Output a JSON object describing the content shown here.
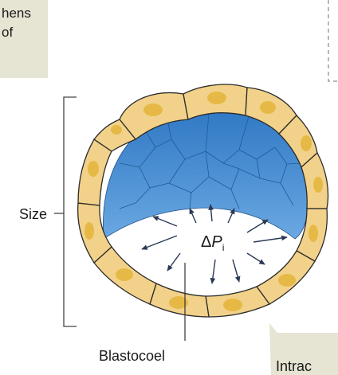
{
  "callout_top": {
    "line1": "hens",
    "line2": "of"
  },
  "labels": {
    "size": "Size",
    "delta": "Δ",
    "p": "P",
    "sub": "i",
    "blastocoel": "Blastocoel",
    "intrac": "Intrac"
  },
  "colors": {
    "cell_fill": "#f2d28a",
    "cell_stroke": "#2b2b2b",
    "nucleus": "#e6b946",
    "cavity_blue": "#3e88d0",
    "cavity_blue_light": "#6aa8e2",
    "callout_bg": "#e6e4d2",
    "arrow": "#2a3a55"
  }
}
